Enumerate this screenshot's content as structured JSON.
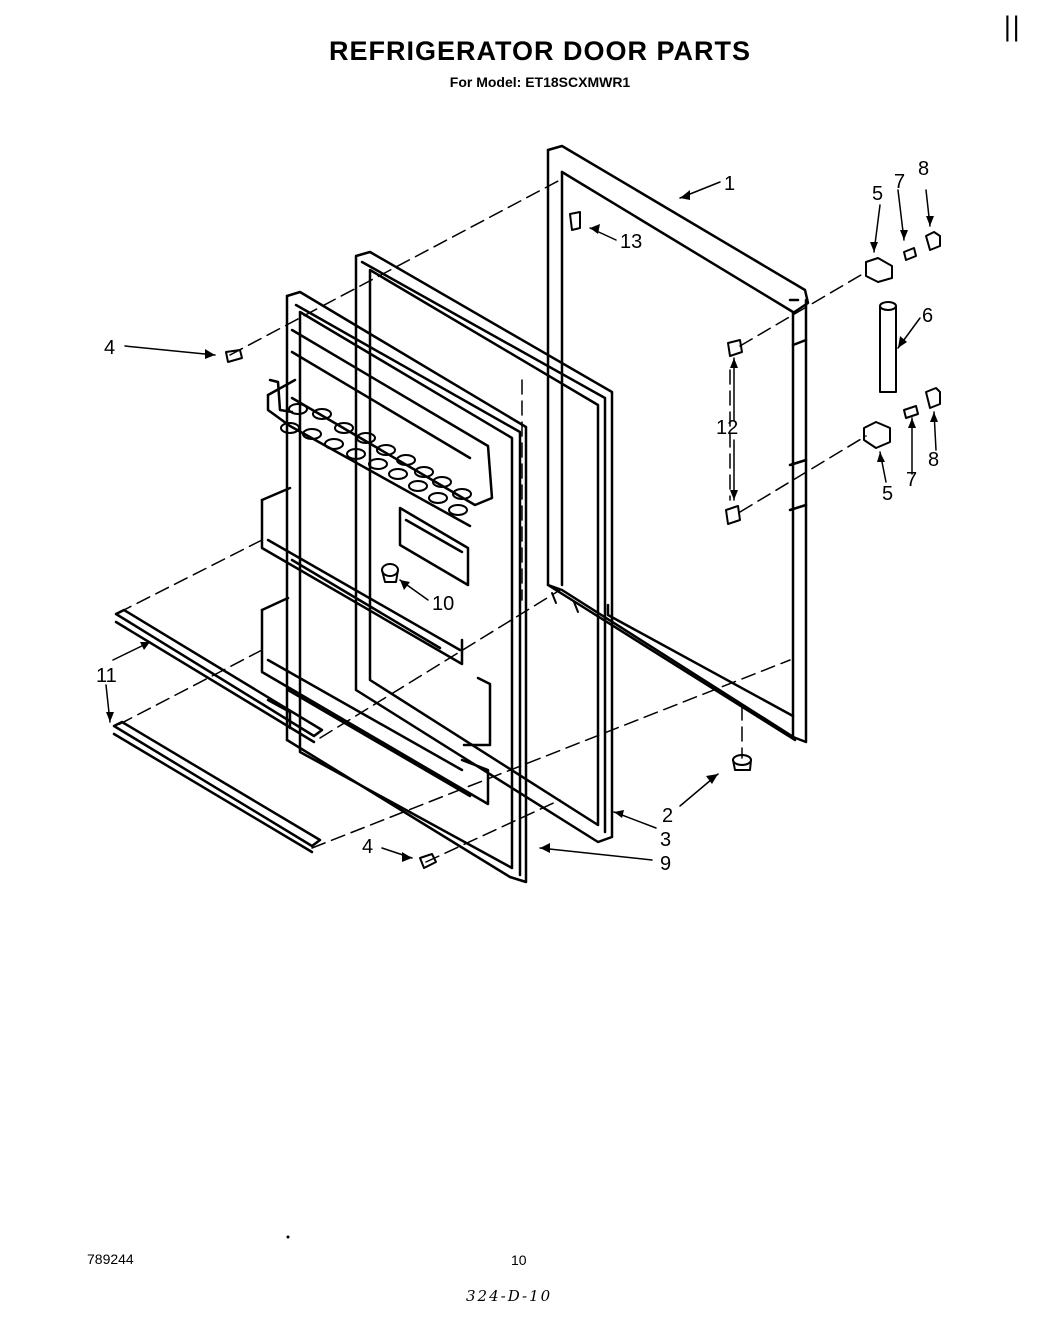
{
  "header": {
    "title": "REFRIGERATOR DOOR PARTS",
    "subtitle": "For Model: ET18SCXMWR1",
    "corner_mark": "||"
  },
  "footer": {
    "document_number": "789244",
    "page_number": "10",
    "handwritten_note": "324-D-10"
  },
  "callouts": [
    {
      "id": "c1",
      "label": "1"
    },
    {
      "id": "c13",
      "label": "13"
    },
    {
      "id": "c4a",
      "label": "4"
    },
    {
      "id": "c4b",
      "label": "4"
    },
    {
      "id": "c5a",
      "label": "5"
    },
    {
      "id": "c5b",
      "label": "5"
    },
    {
      "id": "c6",
      "label": "6"
    },
    {
      "id": "c7a",
      "label": "7"
    },
    {
      "id": "c7b",
      "label": "7"
    },
    {
      "id": "c8a",
      "label": "8"
    },
    {
      "id": "c8b",
      "label": "8"
    },
    {
      "id": "c12",
      "label": "12"
    },
    {
      "id": "c10",
      "label": "10"
    },
    {
      "id": "c11",
      "label": "11"
    },
    {
      "id": "c2",
      "label": "2"
    },
    {
      "id": "c3",
      "label": "3"
    },
    {
      "id": "c9",
      "label": "9"
    }
  ]
}
